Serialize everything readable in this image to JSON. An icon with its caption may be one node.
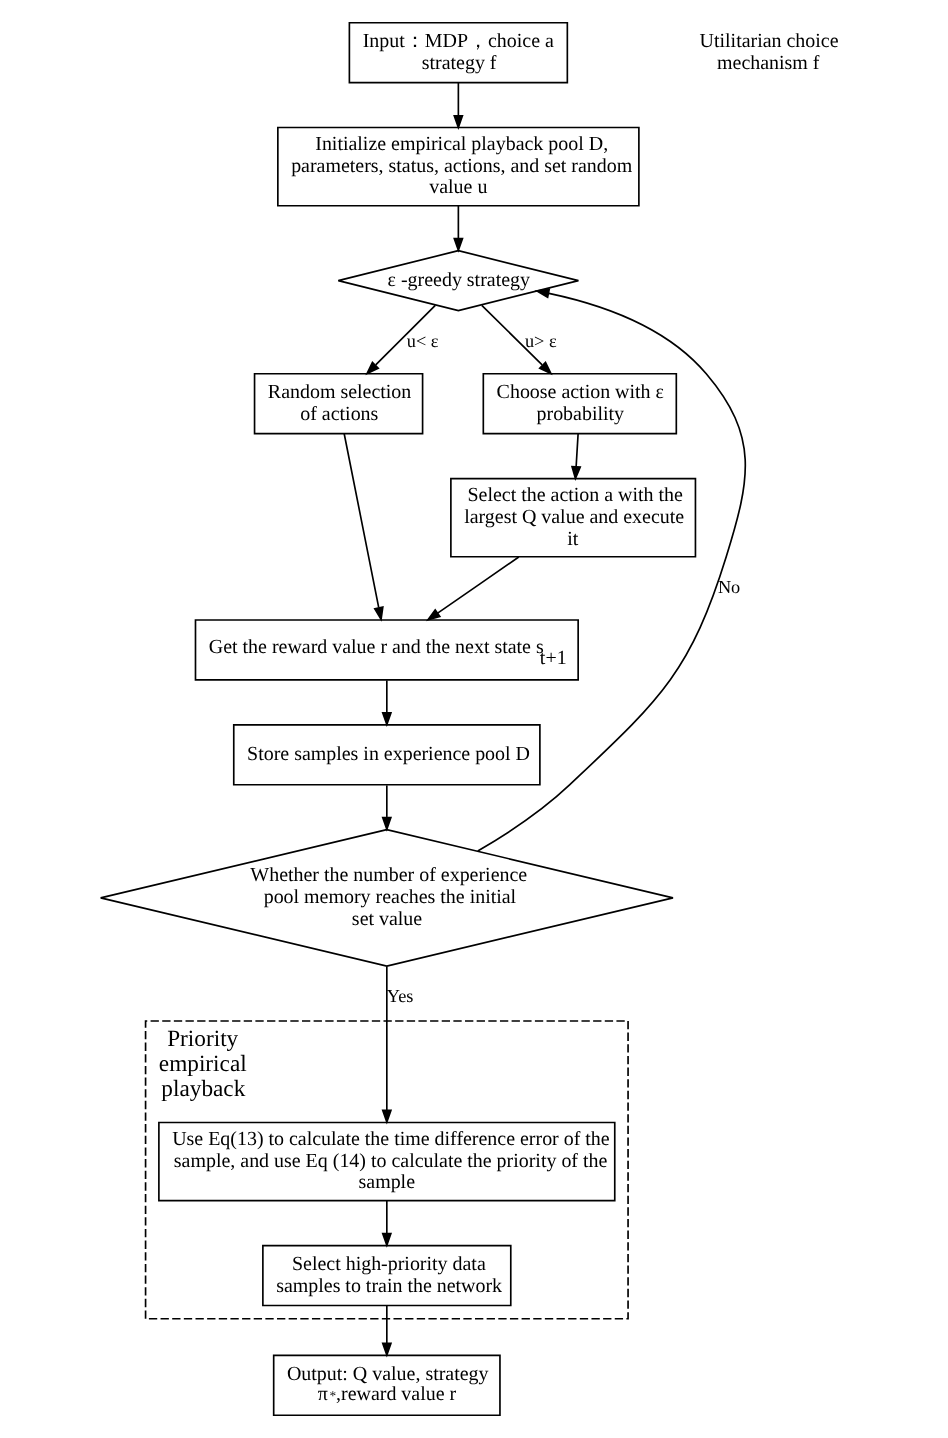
{
  "diagram": {
    "nodes": [
      {
        "text": [
          "Input：MDP，choice a strategy f"
        ]
      },
      {
        "text": [
          "Initialize empirical playback pool D, parameters, status, actions, and set random value u"
        ]
      },
      {
        "text": [
          "ε -greedy strategy"
        ]
      },
      {
        "text": [
          "Random selection of actions"
        ]
      },
      {
        "text": [
          "Choose action with ε probability"
        ]
      },
      {
        "text": [
          "Select the action a with the largest Q value and execute it"
        ]
      },
      {
        "text": [
          "Get the reward value r and the next state s$_{t+1}$"
        ]
      },
      {
        "text": [
          "Store samples in experience pool D"
        ]
      },
      {
        "text": [
          "Whether the number of experience pool memory reaches the initial set value"
        ]
      },
      {
        "text": [
          "Priority empirical playback"
        ]
      },
      {
        "text": [
          "Use Eq(13) to calculate the time difference error of the sample, and use Eq (14) to calculate the priority of the sample"
        ],
        "in": 9
      },
      {
        "text": [
          "Select high-priority data samples to train the network"
        ],
        "in": 9
      },
      {
        "text": [
          "Output: Q value, strategy π$^{*}$,reward value r"
        ]
      }
    ],
    "edges": [
      {
        "from": 0,
        "to": 1,
        "arrow": "to"
      },
      {
        "from": 1,
        "to": 2,
        "arrow": "to"
      },
      {
        "from": 2,
        "to": 3,
        "arrow": "to",
        "label": "u< ε"
      },
      {
        "from": 2,
        "to": 4,
        "arrow": "to",
        "label": "u> ε"
      },
      {
        "from": 4,
        "to": 5,
        "arrow": "to"
      },
      {
        "from": 5,
        "to": 6,
        "arrow": "to"
      },
      {
        "from": 3,
        "to": 6,
        "arrow": "to"
      },
      {
        "from": 6,
        "to": 7,
        "arrow": "to"
      },
      {
        "from": 7,
        "to": 8,
        "arrow": "to"
      },
      {
        "from": 8,
        "to": 2,
        "arrow": "to",
        "label": "No"
      },
      {
        "from": 8,
        "to": 10,
        "arrow": "to",
        "label": "Yes"
      },
      {
        "from": 10,
        "to": 11,
        "arrow": "to"
      },
      {
        "from": 11,
        "to": 12,
        "arrow": "to"
      }
    ],
    "labels": [
      "Utilitarian choice mechanism f"
    ]
  }
}
